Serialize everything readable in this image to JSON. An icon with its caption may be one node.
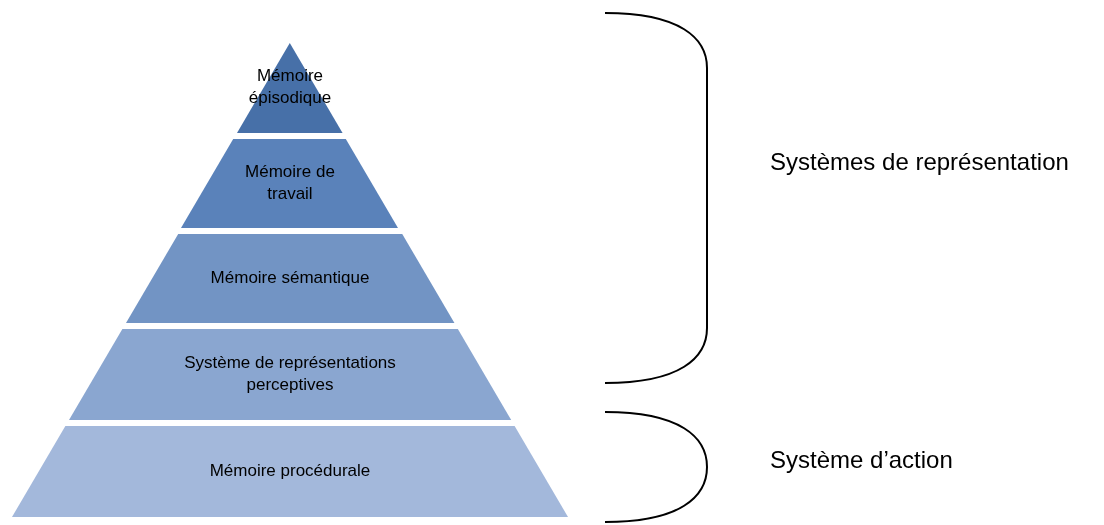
{
  "diagram": {
    "nodes": [
      {
        "text": [
          "Mémoire épisodique"
        ]
      },
      {
        "text": [
          "Mémoire de travail"
        ]
      },
      {
        "text": [
          "Mémoire sémantique"
        ]
      },
      {
        "text": [
          "Système de représentations perceptives"
        ]
      },
      {
        "text": [
          "Mémoire procédurale"
        ]
      }
    ],
    "labels": [
      "Systèmes de représentation",
      "Système d’action"
    ]
  }
}
